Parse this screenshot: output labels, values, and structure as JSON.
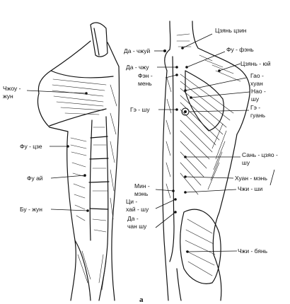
{
  "figure": {
    "caption": "а",
    "front_labels": {
      "chzhou_zhun": [
        "Чжоу -",
        "жун"
      ],
      "fu_tse": "Фу - цзе",
      "fu_ai": "Фу   ай",
      "bu_zhun": "Бу - жун"
    },
    "back_labels": {
      "da_chzhui": "Да - чжуй",
      "tszyan_tszin": "Цзянь цзин",
      "fu_fen": "Фу - фэнь",
      "da_chzhu": "Да - чжу",
      "tszyan_yui": "Цзянь - юй",
      "fen_men": [
        "Фэн -",
        "мень"
      ],
      "gao_huan": [
        "Гао -",
        "хуан"
      ],
      "nao_shu": [
        "Нао -",
        "шу"
      ],
      "ge_shu": "Гэ - шу",
      "ge_guan": [
        "Гэ -",
        "гуань"
      ],
      "san_tszyao_shu": [
        "Сань - цзяо -",
        "шу"
      ],
      "huan_men": "Хуан - мэнь",
      "min_men": [
        "Мин -",
        "мэнь"
      ],
      "chzhi_shi": "Чжи - ши",
      "tsi_hai_shu": [
        "Ци -",
        "хай - шу"
      ],
      "da_chan_shu": [
        "Да -",
        "чан  шу"
      ],
      "chzhi_byan": "Чжи - бянь"
    }
  }
}
